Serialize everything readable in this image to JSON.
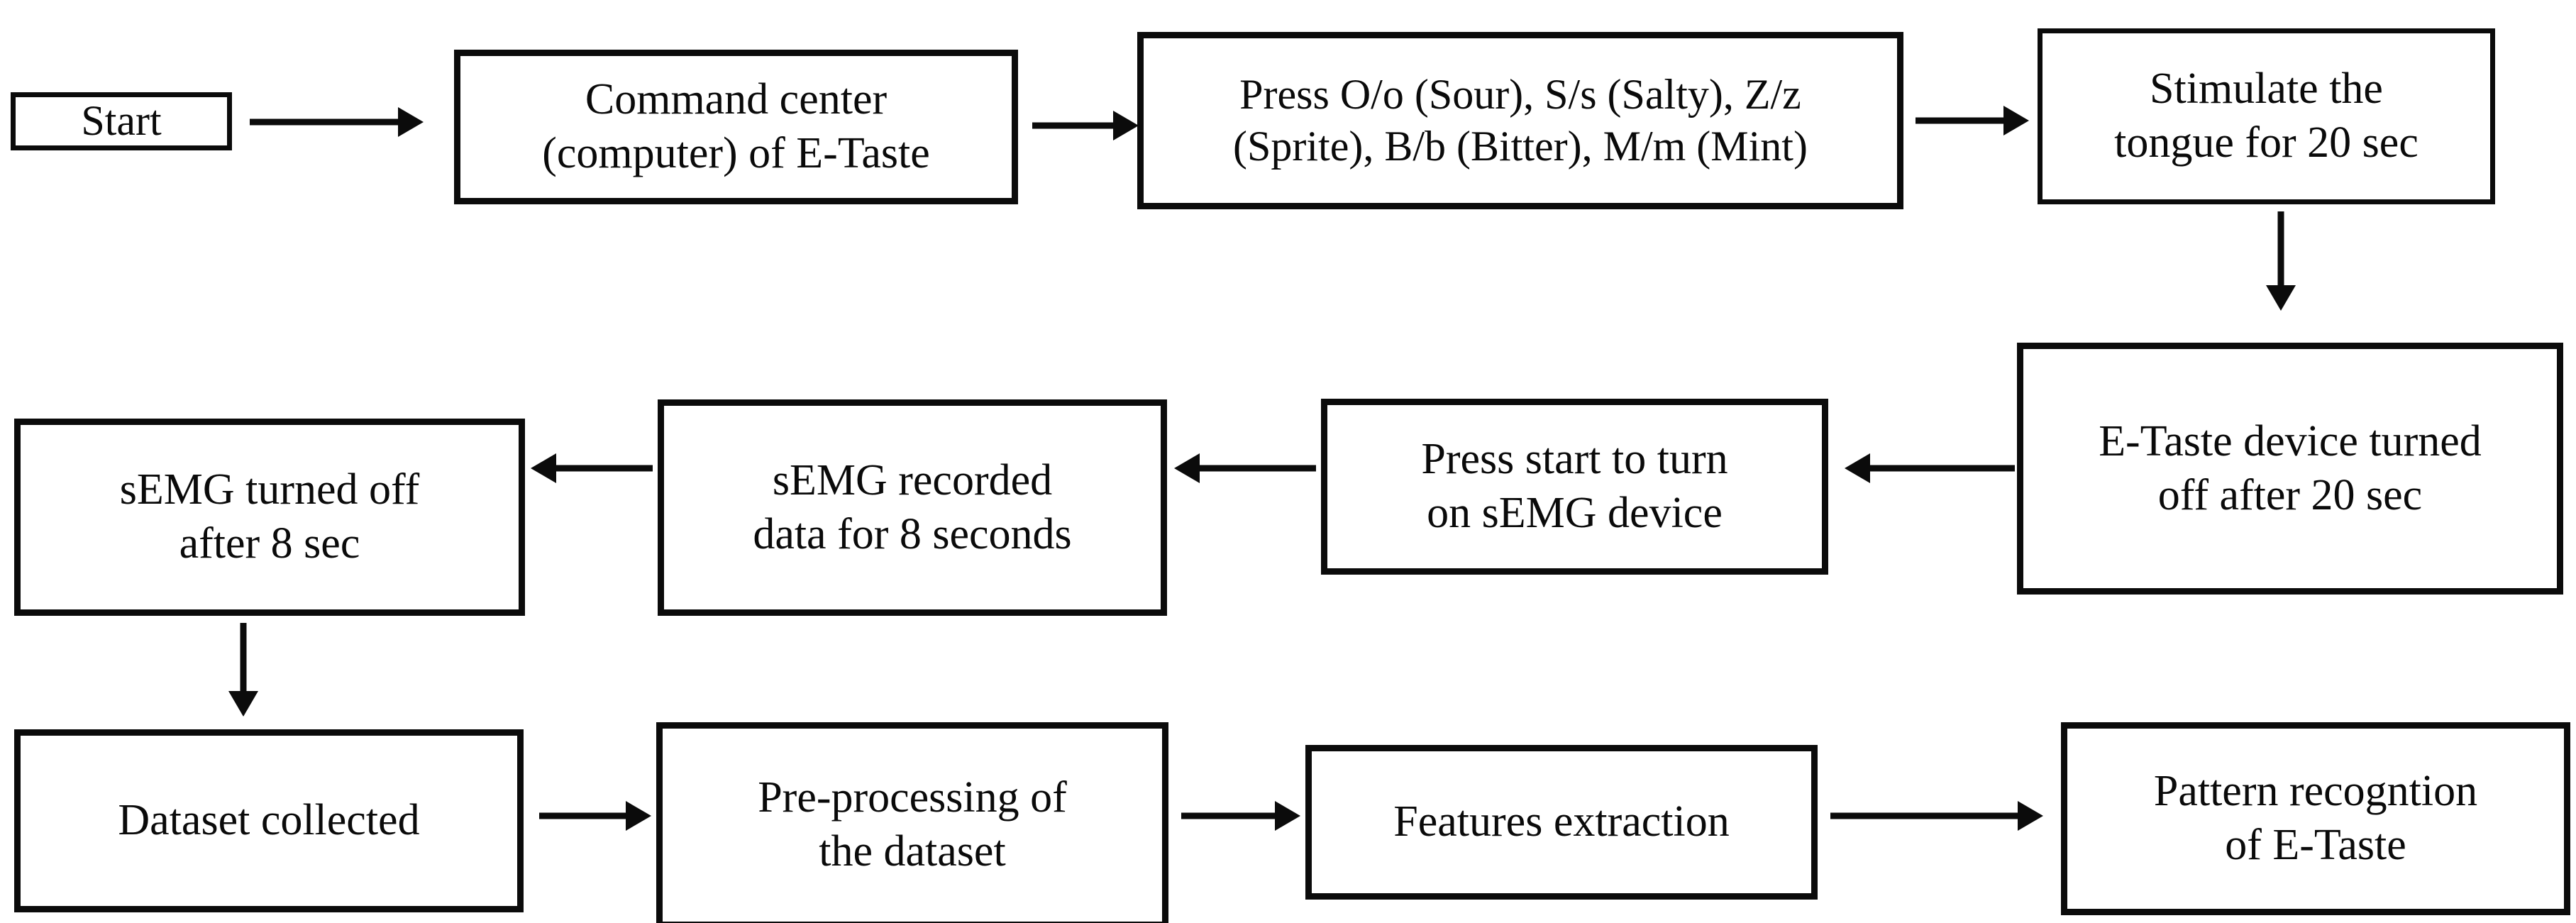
{
  "diagram": {
    "title": "E-Taste data acquisition and recognition flowchart",
    "type": "flowchart",
    "orientation": "serpentine-3-rows",
    "background_color": "#ffffff",
    "stroke_color": "#0b0b0b",
    "nodes": [
      {
        "id": "start",
        "label": "Start",
        "row": 1,
        "col": 1
      },
      {
        "id": "command-center",
        "label": "Command center\n(computer) of E-Taste",
        "row": 1,
        "col": 2
      },
      {
        "id": "press-keys",
        "label": "Press O/o (Sour), S/s (Salty), Z/z\n(Sprite), B/b (Bitter), M/m (Mint)",
        "row": 1,
        "col": 3
      },
      {
        "id": "stimulate-tongue",
        "label": "Stimulate the\ntongue for 20 sec",
        "row": 1,
        "col": 4
      },
      {
        "id": "etaste-off",
        "label": "E-Taste device turned\noff after 20 sec",
        "row": 2,
        "col": 4
      },
      {
        "id": "press-start-semg",
        "label": "Press start to turn\non sEMG device",
        "row": 2,
        "col": 3
      },
      {
        "id": "semg-recorded",
        "label": "sEMG recorded\ndata for 8 seconds",
        "row": 2,
        "col": 2
      },
      {
        "id": "semg-off",
        "label": "sEMG turned off\nafter 8 sec",
        "row": 2,
        "col": 1
      },
      {
        "id": "dataset-collected",
        "label": "Dataset collected",
        "row": 3,
        "col": 1
      },
      {
        "id": "pre-processing",
        "label": "Pre-processing of\nthe dataset",
        "row": 3,
        "col": 2
      },
      {
        "id": "features",
        "label": "Features extraction",
        "row": 3,
        "col": 3
      },
      {
        "id": "pattern",
        "label": "Pattern recogntion\nof E-Taste",
        "row": 3,
        "col": 4
      }
    ],
    "edges": [
      {
        "id": "e1",
        "from": "start",
        "to": "command-center",
        "direction": "right"
      },
      {
        "id": "e2",
        "from": "command-center",
        "to": "press-keys",
        "direction": "right"
      },
      {
        "id": "e3",
        "from": "press-keys",
        "to": "stimulate-tongue",
        "direction": "right"
      },
      {
        "id": "e4",
        "from": "stimulate-tongue",
        "to": "etaste-off",
        "direction": "down"
      },
      {
        "id": "e5",
        "from": "etaste-off",
        "to": "press-start-semg",
        "direction": "left"
      },
      {
        "id": "e6",
        "from": "press-start-semg",
        "to": "semg-recorded",
        "direction": "left"
      },
      {
        "id": "e7",
        "from": "semg-recorded",
        "to": "semg-off",
        "direction": "left"
      },
      {
        "id": "e8",
        "from": "semg-off",
        "to": "dataset-collected",
        "direction": "down"
      },
      {
        "id": "e9",
        "from": "dataset-collected",
        "to": "pre-processing",
        "direction": "right"
      },
      {
        "id": "e10",
        "from": "pre-processing",
        "to": "features",
        "direction": "right"
      },
      {
        "id": "e11",
        "from": "features",
        "to": "pattern",
        "direction": "right"
      }
    ]
  }
}
